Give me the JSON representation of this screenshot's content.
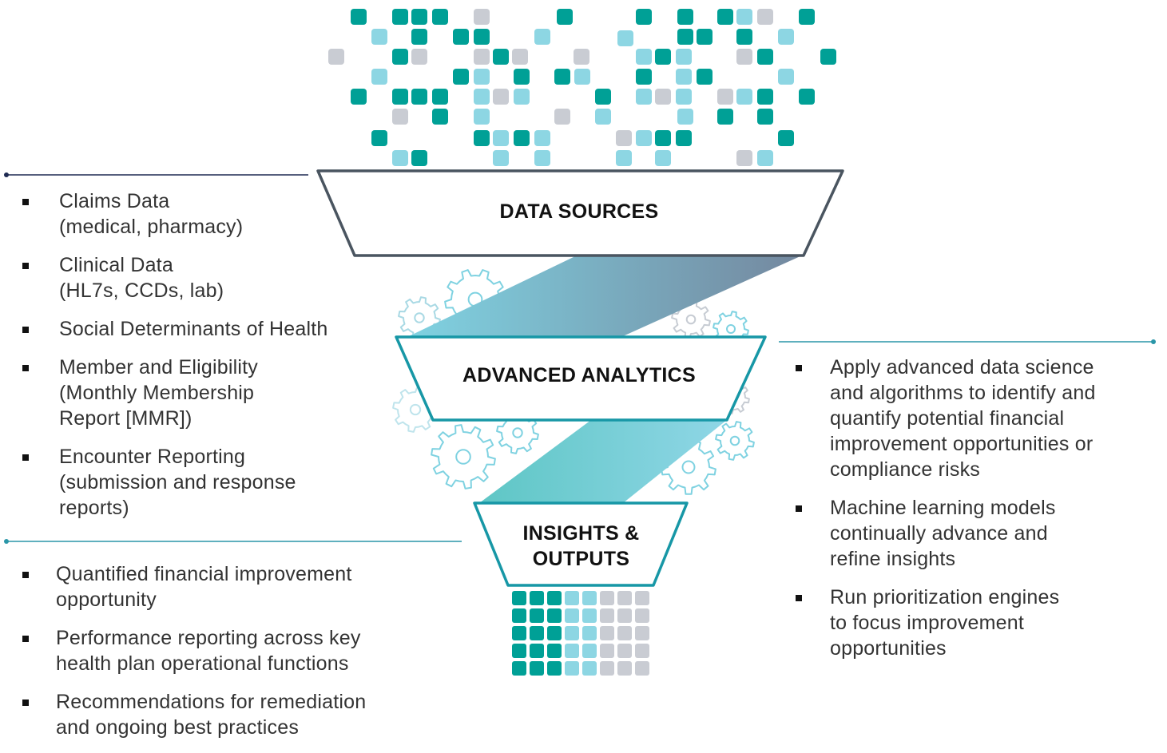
{
  "stages": {
    "data_sources": "DATA SOURCES",
    "advanced_analytics": "ADVANCED ANALYTICS",
    "insights_outputs": "INSIGHTS & OUTPUTS"
  },
  "data_sources_items": [
    "Claims Data\n(medical, pharmacy)",
    "Clinical Data\n(HL7s, CCDs, lab)",
    "Social Determinants of Health",
    "Member and Eligibility\n(Monthly Membership\nReport [MMR])",
    "Encounter Reporting\n(submission and response\nreports)"
  ],
  "output_items": [
    "Quantified financial improvement\nopportunity",
    "Performance reporting across key\nhealth plan operational functions",
    "Recommendations for remediation\nand ongoing best practices"
  ],
  "analytics_items": [
    "Apply advanced data science\nand algorithms to identify and\nquantify potential financial\nimprovement opportunities or\ncompliance risks",
    "Machine learning models\ncontinually advance and\nrefine insights",
    "Run prioritization engines\nto focus improvement\nopportunities"
  ],
  "colors": {
    "teal_dark": "#00A096",
    "teal_light": "#8DD6E3",
    "gray": "#C9CCD3",
    "funnel_border_gray": "#4A5560",
    "funnel_border_teal": "#1797A6",
    "connector_dark": "#7890A8",
    "connector_light": "#7DCFDD",
    "line_navy": "#1E2A52",
    "line_teal": "#2A96A8"
  }
}
